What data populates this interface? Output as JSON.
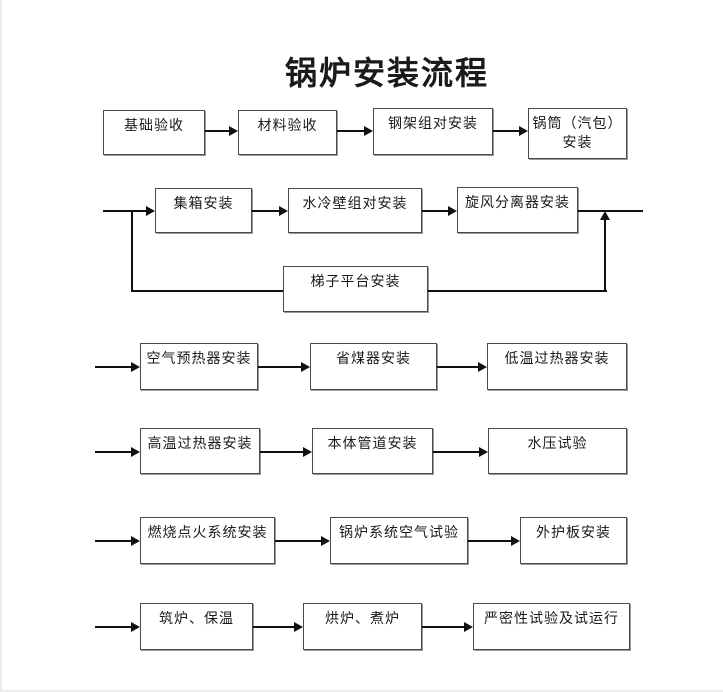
{
  "title": "锅炉安装流程",
  "nodes": {
    "foundation_acceptance": "基础验收",
    "material_acceptance": "材料验收",
    "steel_frame_assembly": "钢架组对安装",
    "drum_installation": "锅筒（汽包）安装",
    "header_installation": "集箱安装",
    "water_wall_assembly": "水冷壁组对安装",
    "cyclone_separator_installation": "旋风分离器安装",
    "ladder_platform_installation": "梯子平台安装",
    "air_preheater_installation": "空气预热器安装",
    "economizer_installation": "省煤器安装",
    "low_temp_superheater_installation": "低温过热器安装",
    "high_temp_superheater_installation": "高温过热器安装",
    "body_piping_installation": "本体管道安装",
    "hydraulic_pressure_test": "水压试验",
    "ignition_system_installation": "燃烧点火系统安装",
    "boiler_system_air_test": "锅炉系统空气试验",
    "outer_casing_installation": "外护板安装",
    "furnace_building_insulation": "筑炉、保温",
    "furnace_drying_boiling": "烘炉、煮炉",
    "tightness_test_trial_operation": "严密性试验及试运行"
  },
  "colors": {
    "line": "#111111",
    "box_border": "#4a4a4a",
    "background": "#ffffff"
  }
}
